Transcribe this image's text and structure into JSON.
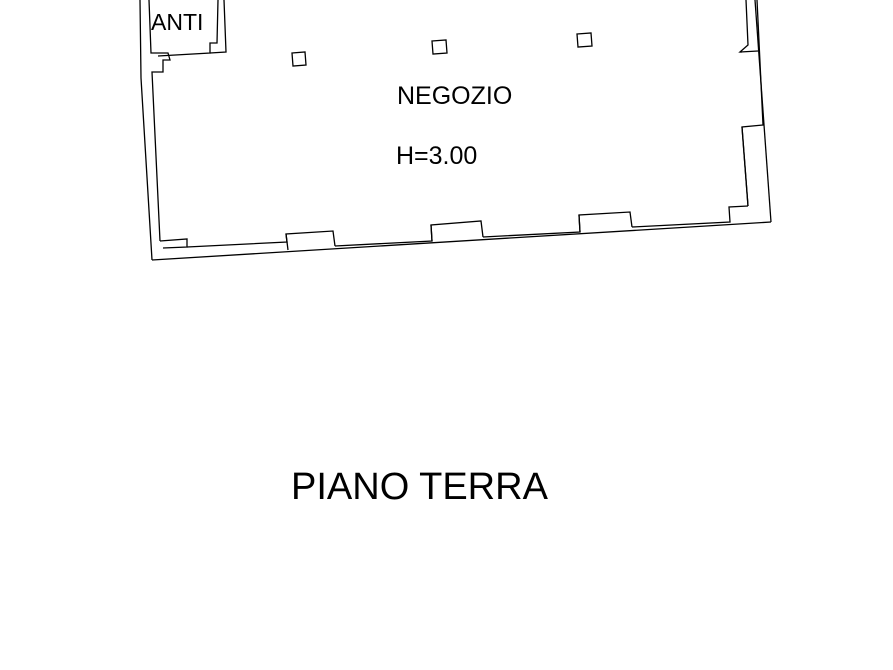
{
  "floor_plan": {
    "rooms": {
      "anti": "ANTI",
      "negozio": "NEGOZIO",
      "height": "H=3.00"
    },
    "floor_title": "PIANO TERRA"
  },
  "colors": {
    "line": "#000000",
    "background": "#ffffff"
  }
}
